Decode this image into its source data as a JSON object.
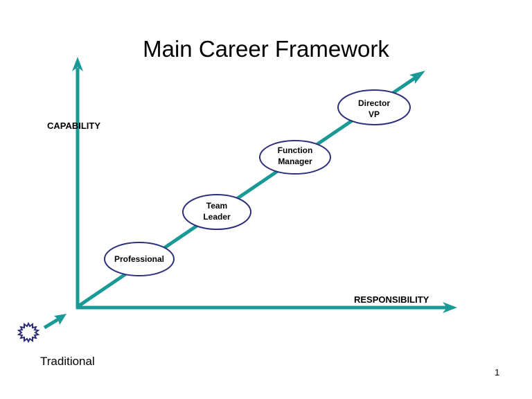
{
  "slide": {
    "title": "Main Career Framework",
    "page_number": "1"
  },
  "axes": {
    "y_label": "CAPABILITY",
    "x_label": "RESPONSIBILITY"
  },
  "nodes": [
    {
      "line1": "Professional",
      "line2": ""
    },
    {
      "line1": "Team",
      "line2": "Leader"
    },
    {
      "line1": "Function",
      "line2": "Manager"
    },
    {
      "line1": "Director",
      "line2": "VP"
    }
  ],
  "legend": {
    "icon": "starburst-icon",
    "label": "Traditional"
  },
  "colors": {
    "arrow": "#1a9a96",
    "ellipse_stroke": "#2e2f7a",
    "text": "#000000"
  }
}
